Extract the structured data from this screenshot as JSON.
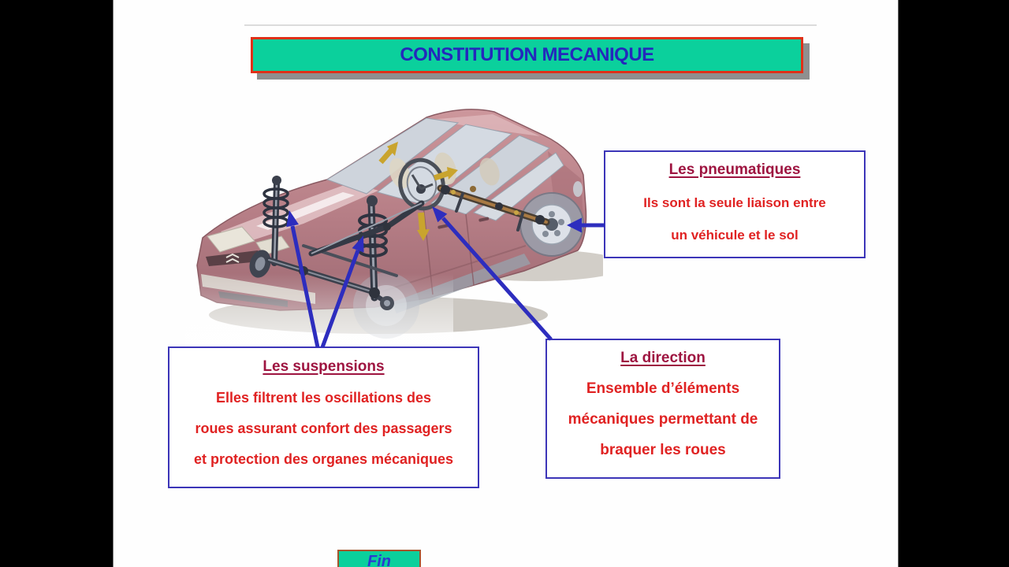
{
  "slide": {
    "title": "CONSTITUTION MECANIQUE",
    "boxes": {
      "pneumatiques": {
        "heading": "Les pneumatiques",
        "lines": [
          "Ils sont la seule liaison entre",
          "un véhicule et le sol"
        ]
      },
      "suspensions": {
        "heading": "Les suspensions",
        "lines": [
          "Elles filtrent les oscillations des",
          "roues assurant confort des passagers",
          "et protection des organes mécaniques"
        ]
      },
      "direction": {
        "heading": "La direction",
        "lines": [
          "Ensemble d’éléments",
          "mécaniques permettant de",
          "braquer les roues"
        ]
      }
    },
    "fin_button": "Fin",
    "illustration": "cutaway-car-suspension-steering",
    "colors": {
      "banner_green": "#0bd09c",
      "banner_border_red": "#e03018",
      "title_blue": "#2428bc",
      "box_border_blue": "#3c35b8",
      "heading_maroon": "#9e1440",
      "body_red": "#e02222",
      "arrow_blue": "#2d2dbe",
      "letterbox_black": "#000000"
    }
  }
}
